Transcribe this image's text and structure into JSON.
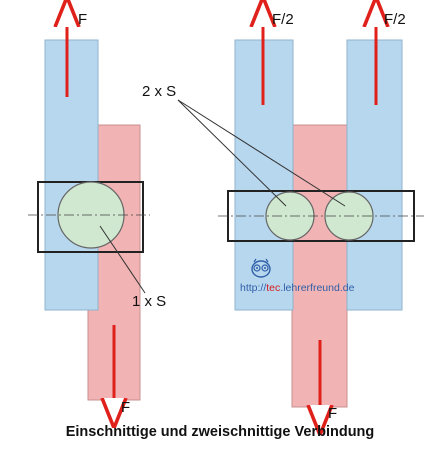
{
  "colors": {
    "blue_plate": "#b7d7ee",
    "red_plate": "#f1b3b3",
    "pin": "#cfe8cf",
    "force_arrow": "#e0201a",
    "outline": "#222222"
  },
  "left_joint": {
    "force_top": "F",
    "force_bottom": "F",
    "shear_label": "1 x S"
  },
  "right_joint": {
    "force_top_left": "F/2",
    "force_top_right": "F/2",
    "force_bottom": "F",
    "shear_label": "2 x S"
  },
  "watermark": {
    "url_prefix": "http://",
    "url_highlight": "tec",
    "url_suffix": ".lehrerfreund.de"
  },
  "caption": "Einschnittige und zweischnittige Verbindung"
}
